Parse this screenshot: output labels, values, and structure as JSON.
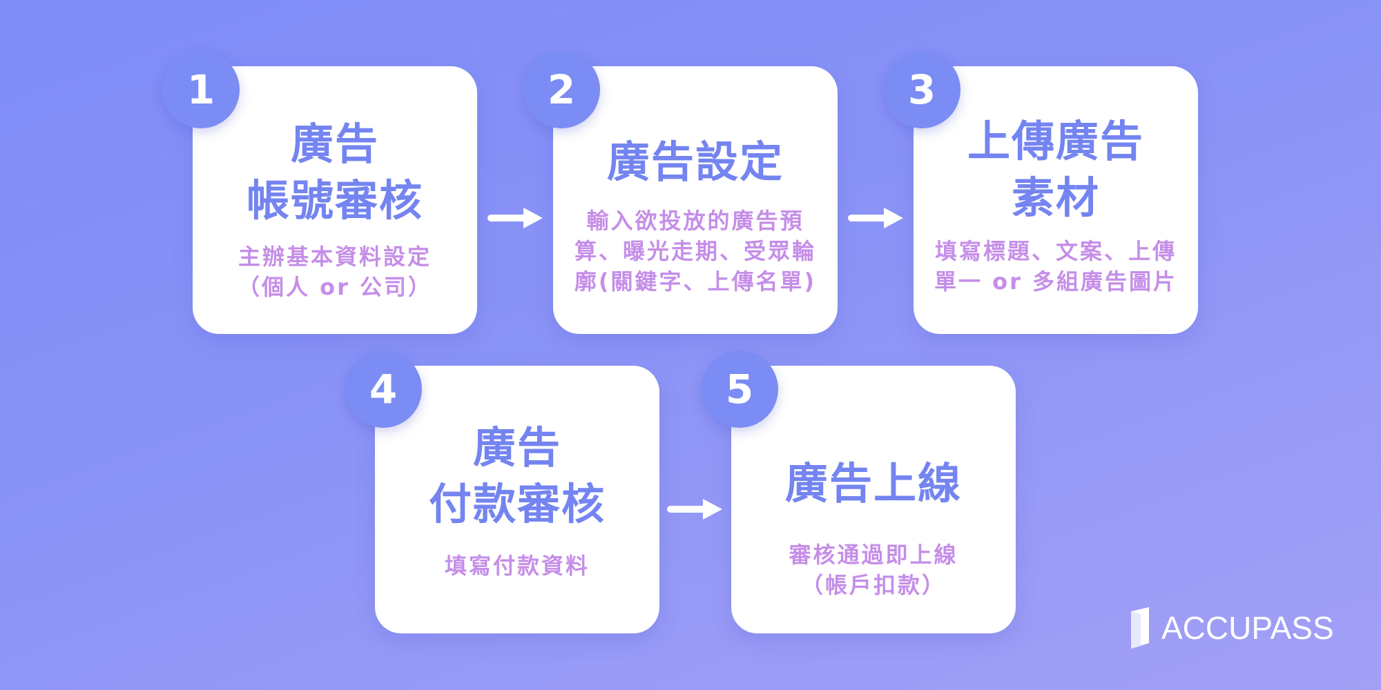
{
  "steps": [
    {
      "number": "1",
      "title_lines": [
        "廣告",
        "帳號審核"
      ],
      "desc_lines": [
        "主辦基本資料設定",
        "（個人 or 公司）"
      ]
    },
    {
      "number": "2",
      "title_lines": [
        "廣告設定"
      ],
      "desc_lines": [
        "輸入欲投放的廣告預",
        "算、曝光走期、受眾輪",
        "廓(關鍵字、上傳名單)"
      ]
    },
    {
      "number": "3",
      "title_lines": [
        "上傳廣告",
        "素材"
      ],
      "desc_lines": [
        "填寫標題、文案、上傳",
        "單一 or 多組廣告圖片"
      ]
    },
    {
      "number": "4",
      "title_lines": [
        "廣告",
        "付款審核"
      ],
      "desc_lines": [
        "填寫付款資料"
      ]
    },
    {
      "number": "5",
      "title_lines": [
        "廣告上線"
      ],
      "desc_lines": [
        "審核通過即上線",
        "（帳戶扣款）"
      ]
    }
  ],
  "brand": {
    "name": "ACCUPASS"
  },
  "colors": {
    "accent": "#7484f0",
    "desc": "#c58ee8",
    "badge": "#7b8cf4",
    "card": "#ffffff"
  },
  "icons": [
    "arrow-right-icon",
    "accupass-logo-icon"
  ]
}
